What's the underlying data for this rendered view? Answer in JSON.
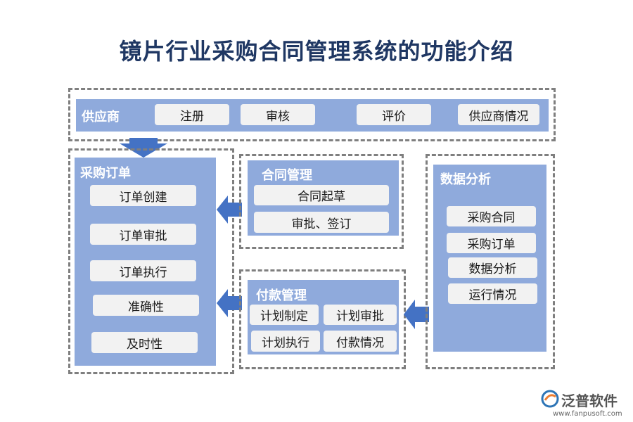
{
  "title": "镜片行业采购合同管理系统的功能介绍",
  "supplier": {
    "label": "供应商",
    "items": [
      "注册",
      "审核",
      "评价",
      "供应商情况"
    ]
  },
  "purchase_order": {
    "label": "采购订单",
    "items": [
      "订单创建",
      "订单审批",
      "订单执行",
      "准确性",
      "及时性"
    ]
  },
  "contract": {
    "label": "合同管理",
    "items": [
      "合同起草",
      "审批、签订"
    ]
  },
  "payment": {
    "label": "付款管理",
    "items": [
      "计划制定",
      "计划审批",
      "计划执行",
      "付款情况"
    ]
  },
  "analysis": {
    "label": "数据分析",
    "items": [
      "采购合同",
      "采购订单",
      "数据分析",
      "运行情况"
    ]
  },
  "logo": {
    "name": "泛普软件",
    "url": "www.fanpusoft.com"
  },
  "colors": {
    "panel": "#8faadc",
    "pill": "#f2f2f2",
    "arrow": "#4472c4",
    "title": "#1f3763",
    "dash": "#7f7f7f"
  }
}
